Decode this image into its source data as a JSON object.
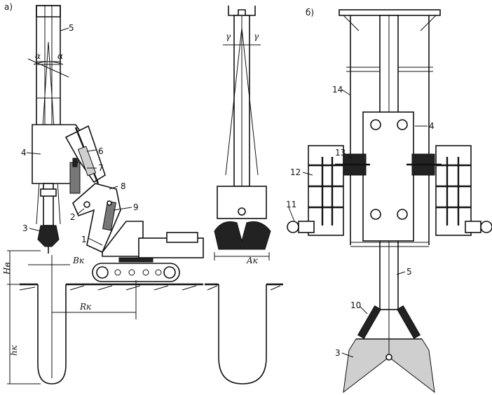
{
  "figure": {
    "panel_a_label": "а)",
    "panel_b_label": "б)",
    "callouts_a": [
      "1",
      "2",
      "3",
      "4",
      "5",
      "6",
      "7",
      "8",
      "9"
    ],
    "callouts_b": [
      "3",
      "4",
      "5",
      "10",
      "11",
      "12",
      "13",
      "14"
    ],
    "angle_alpha": "α",
    "angle_gamma": "γ",
    "dim_H": "Hв",
    "dim_B": "Bк",
    "dim_R": "Rк",
    "dim_h": "hк",
    "dim_A": "Aк"
  }
}
